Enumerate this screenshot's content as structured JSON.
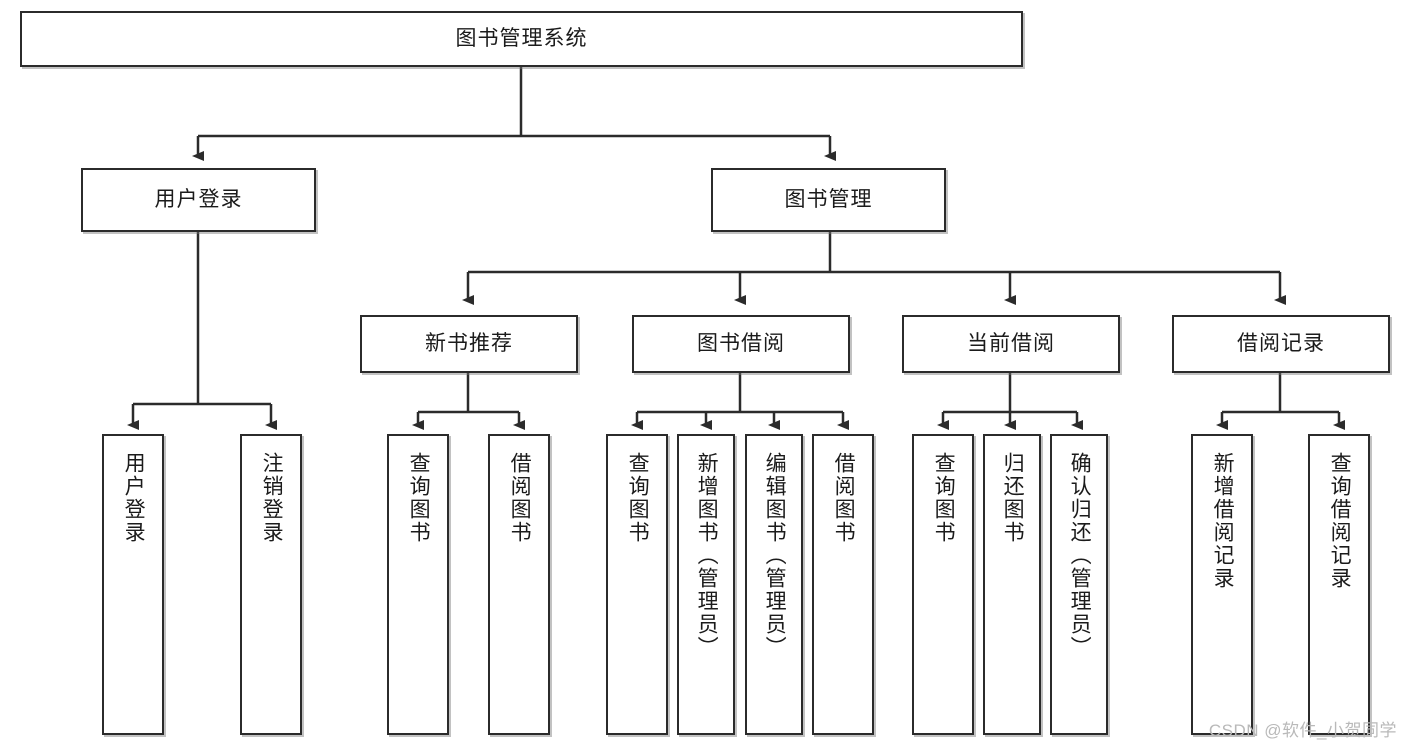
{
  "diagram": {
    "title": "图书管理系统",
    "watermark": "CSDN @软件_小贺同学",
    "colors": {
      "box_border": "#2b2b2b",
      "box_fill": "#ffffff",
      "connector": "#2b2b2b",
      "text": "#1b1b1b",
      "watermark": "#b9b9b9"
    },
    "root": {
      "label": "图书管理系统"
    },
    "level2": [
      {
        "label": "用户登录"
      },
      {
        "label": "图书管理"
      }
    ],
    "level3": [
      {
        "label": "新书推荐"
      },
      {
        "label": "图书借阅"
      },
      {
        "label": "当前借阅"
      },
      {
        "label": "借阅记录"
      }
    ],
    "leaves": {
      "user_login": [
        {
          "label": "用户登录"
        },
        {
          "label": "注销登录"
        }
      ],
      "new_book_recommend": [
        {
          "label": "查询图书"
        },
        {
          "label": "借阅图书"
        }
      ],
      "book_borrow": [
        {
          "label": "查询图书"
        },
        {
          "label": "新增图书（管理员）"
        },
        {
          "label": "编辑图书（管理员）"
        },
        {
          "label": "借阅图书"
        }
      ],
      "current_borrow": [
        {
          "label": "查询图书"
        },
        {
          "label": "归还图书"
        },
        {
          "label": "确认归还（管理员）"
        }
      ],
      "borrow_record": [
        {
          "label": "新增借阅记录"
        },
        {
          "label": "查询借阅记录"
        }
      ]
    }
  }
}
